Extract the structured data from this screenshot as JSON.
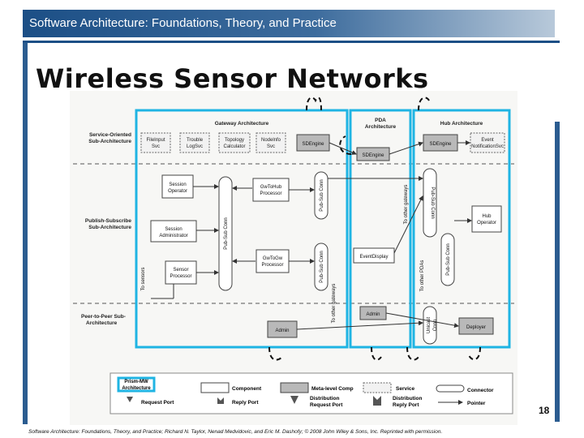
{
  "header": {
    "title": "Software Architecture: Foundations, Theory, and Practice"
  },
  "slide": {
    "title": "Wireless Sensor Networks",
    "page_number": "18"
  },
  "footer": {
    "text": "Software Architecture: Foundations, Theory, and Practice; Richard N. Taylor, Nenad Medvidovic, and Eric M. Dashofy; © 2008 John Wiley & Sons, Inc. Reprinted with permission."
  },
  "diagram": {
    "side_labels": {
      "service_oriented": [
        "Service-Oriented",
        "Sub-Architecture"
      ],
      "publish_subscribe": [
        "Publish-Subscribe",
        "Sub-Architecture"
      ],
      "peer_to_peer": [
        "Peer-to-Peer Sub-",
        "Architecture"
      ]
    },
    "gateway": {
      "title": "Gateway Architecture",
      "services": [
        [
          "FileInput",
          "Svc"
        ],
        [
          "Trouble",
          "LogSvc"
        ],
        [
          "Topology",
          "Calculator"
        ],
        [
          "Nodelnfo",
          "Svc"
        ]
      ],
      "sdengine": "SDEngine",
      "session_operator": [
        "Session",
        "Operator"
      ],
      "session_administrator": [
        "Session",
        "Administrator"
      ],
      "sensor_processor": [
        "Sensor",
        "Processor"
      ],
      "gw_to_hub": [
        "GwToHub",
        "Processor"
      ],
      "gw_to_gw": [
        "GwToGw",
        "Processor"
      ],
      "pubsub_left": "Pub-Sub Conn",
      "pubsub_right_top": "Pub-Sub Conn",
      "pubsub_right_bottom": "Pub-Sub Conn",
      "admin": "Admin",
      "to_sensors": "To sensors",
      "to_other_gateways": "To other gateways"
    },
    "pda": {
      "title": [
        "PDA",
        "Architecture"
      ],
      "sdengine": "SDEngine",
      "event_display": "EventDisplay",
      "admin": "Admin",
      "to_other_gateways": "To other gateways"
    },
    "hub": {
      "title": "Hub Architecture",
      "sdengine": "SDEngine",
      "event_notification": [
        "Event",
        "NotificationSvc"
      ],
      "hub_operator": [
        "Hub",
        "Operator"
      ],
      "pubsub_top": "Pub-Sub Conn",
      "pubsub_bottom": "Pub-Sub Conn",
      "unicast": [
        "Unicast",
        "Conn"
      ],
      "deployer": "Deployer",
      "to_other_pdas": "To other PDAs"
    },
    "legend": {
      "prism": [
        "Prism-MW",
        "Architecture"
      ],
      "component": "Component",
      "meta_level": "Meta-level Comp",
      "service": "Service",
      "connector": "Connector",
      "request_port": "Request Port",
      "reply_port": "Reply Port",
      "dist_request": [
        "Distribution",
        "Request Port"
      ],
      "dist_reply": [
        "Distribution",
        "Reply Port"
      ],
      "pointer": "Pointer"
    }
  }
}
